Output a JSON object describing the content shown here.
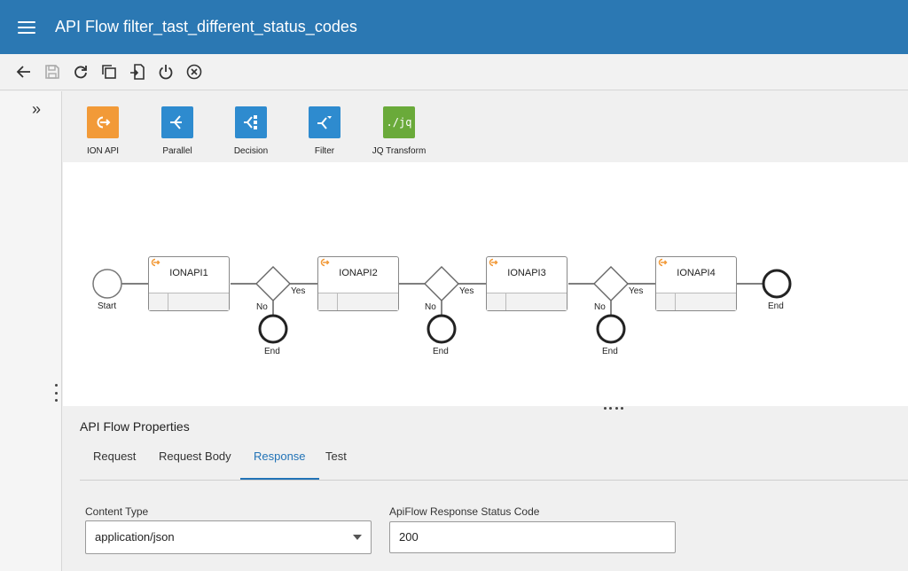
{
  "app": {
    "title": "API Flow filter_tast_different_status_codes"
  },
  "toolbar": {
    "icons": [
      "back-arrow-icon",
      "save-icon",
      "refresh-icon",
      "copy-icon",
      "import-icon",
      "power-icon",
      "close-circle-icon"
    ]
  },
  "palette": {
    "items": [
      {
        "label": "ION API",
        "icon": "ion-api-icon",
        "color": "#f29a38"
      },
      {
        "label": "Parallel",
        "icon": "parallel-icon",
        "color": "#2e8bcf"
      },
      {
        "label": "Decision",
        "icon": "decision-icon",
        "color": "#2e8bcf"
      },
      {
        "label": "Filter",
        "icon": "filter-icon",
        "color": "#2e8bcf"
      },
      {
        "label": "JQ Transform",
        "icon": "jq-transform-icon",
        "glyph": "./jq",
        "color": "#6aaa3a"
      }
    ]
  },
  "flow": {
    "start_label": "Start",
    "end_label": "End",
    "yes_label": "Yes",
    "no_label": "No",
    "nodes": [
      {
        "title": "IONAPI1"
      },
      {
        "title": "IONAPI2"
      },
      {
        "title": "IONAPI3"
      },
      {
        "title": "IONAPI4"
      }
    ]
  },
  "properties": {
    "title": "API Flow Properties",
    "tabs": [
      {
        "label": "Request"
      },
      {
        "label": "Request Body"
      },
      {
        "label": "Response",
        "active": true
      },
      {
        "label": "Test"
      }
    ],
    "content_type_label": "Content Type",
    "content_type_value": "application/json",
    "status_code_label": "ApiFlow Response Status Code",
    "status_code_value": "200"
  },
  "colors": {
    "header": "#2b78b3",
    "accent": "#2273b7",
    "ion_orange": "#f29a38"
  }
}
